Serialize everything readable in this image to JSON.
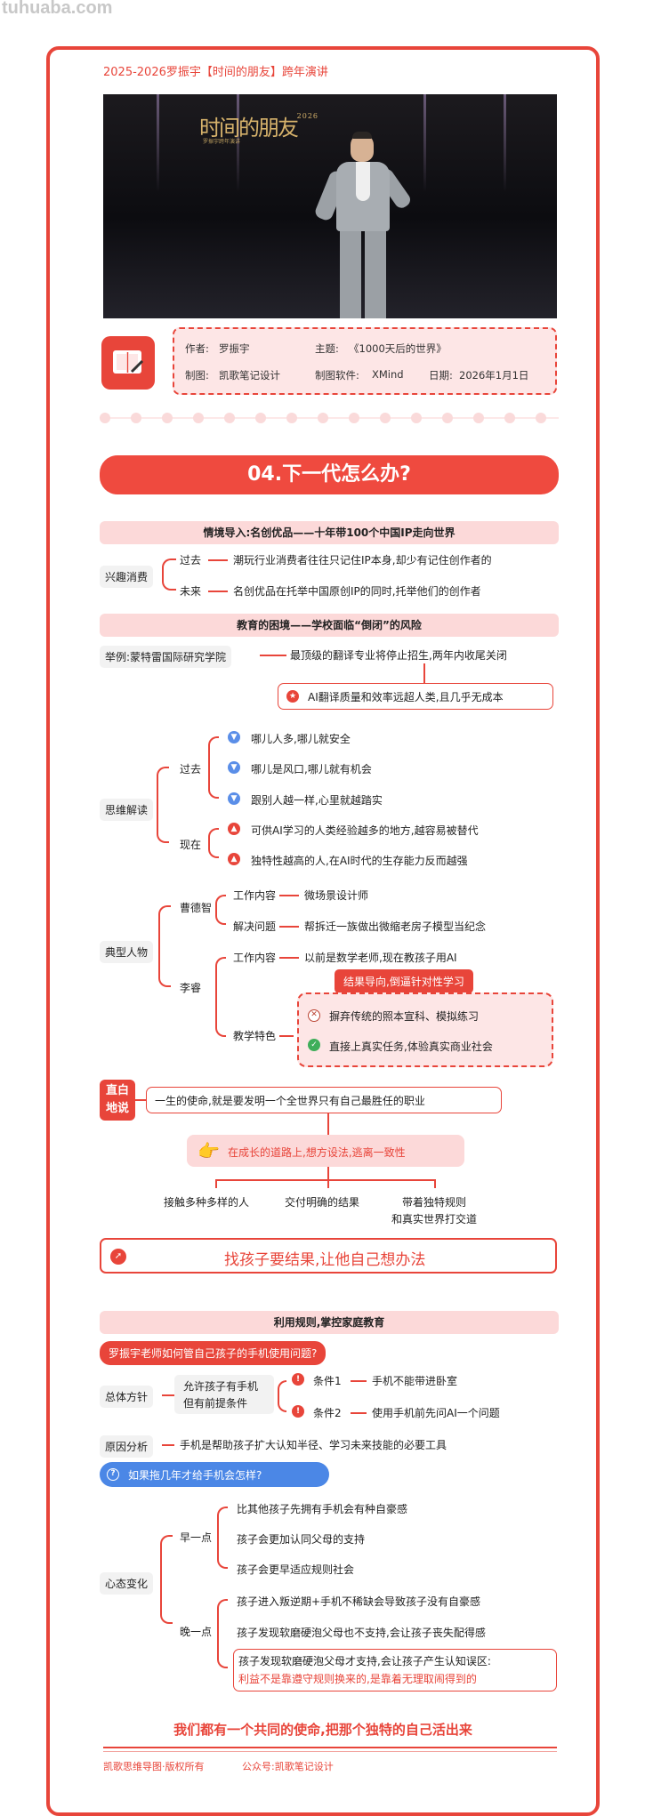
{
  "watermark": "tuhuaba.com",
  "header": "2025-2026罗振宇【时间的朋友】跨年演讲",
  "photo": {
    "logo": "时间的朋友",
    "logo_year": "2026",
    "logo_sub": "罗振宇跨年演讲"
  },
  "info": {
    "author_label": "作者:",
    "author": "罗振宇",
    "topic_label": "主题:",
    "topic": "《1000天后的世界》",
    "map_label": "制图:",
    "map": "凯歌笔记设计",
    "software_label": "制图软件:",
    "software": "XMind",
    "date_label": "日期:",
    "date": "2026年1月1日"
  },
  "section_title": "04.下一代怎么办?",
  "s1": {
    "band": "情境导入:名创优品——十年带100个中国IP走向世界",
    "root": "兴趣消费",
    "past": "过去",
    "past_text": "潮玩行业消费者往往只记住IP本身,却少有记住创作者的",
    "future": "未来",
    "future_text": "名创优品在托举中国原创IP的同时,托举他们的创作者"
  },
  "s2": {
    "band": "教育的困境——学校面临“倒闭”的风险",
    "example": "举例:蒙特雷国际研究学院",
    "example_text": "最顶级的翻译专业将停止招生,两年内收尾关闭",
    "ai_note": "AI翻译质量和效率远超人类,且几乎无成本"
  },
  "thinking": {
    "root": "思维解读",
    "past": "过去",
    "past_items": [
      "哪儿人多,哪儿就安全",
      "哪儿是风口,哪儿就有机会",
      "跟别人越一样,心里就越踏实"
    ],
    "now": "现在",
    "now_items": [
      "可供AI学习的人类经验越多的地方,越容易被替代",
      "独特性越高的人,在AI时代的生存能力反而越强"
    ]
  },
  "figures": {
    "root": "典型人物",
    "p1": "曹德智",
    "p1_work_label": "工作内容",
    "p1_work": "微场景设计师",
    "p1_solve_label": "解决问题",
    "p1_solve": "帮拆迁一族做出微缩老房子模型当纪念",
    "p2": "李睿",
    "p2_work_label": "工作内容",
    "p2_work": "以前是数学老师,现在教孩子用AI",
    "p2_teach_label": "教学特色",
    "p2_tag": "结果导向,倒逼针对性学习",
    "p2_bad": "摒弃传统的照本宣科、模拟练习",
    "p2_good": "直接上真实任务,体验真实商业社会"
  },
  "mission": {
    "label": "直白地说",
    "label_l1": "直白",
    "label_l2": "地说",
    "text": "一生的使命,就是要发明一个全世界只有自己最胜任的职业",
    "growth": "在成长的道路上,想方设法,逃离一致性",
    "b1": "接触多种多样的人",
    "b2": "交付明确的结果",
    "b3a": "带着独特规则",
    "b3b": "和真实世界打交道",
    "rocket": "找孩子要结果,让他自己想办法"
  },
  "s3": {
    "band": "利用规则,掌控家庭教育",
    "q1": "罗振宇老师如何管自己孩子的手机使用问题?",
    "policy": "总体方针",
    "allow_l1": "允许孩子有手机",
    "allow_l2": "但有前提条件",
    "c1": "条件1",
    "c1_text": "手机不能带进卧室",
    "c2": "条件2",
    "c2_text": "使用手机前先问AI一个问题",
    "reason": "原因分析",
    "reason_text": "手机是帮助孩子扩大认知半径、学习未来技能的必要工具",
    "q2": "如果拖几年才给手机会怎样?",
    "change": "心态变化",
    "early": "早一点",
    "early_items": [
      "比其他孩子先拥有手机会有种自豪感",
      "孩子会更加认同父母的支持",
      "孩子会更早适应规则社会"
    ],
    "late": "晚一点",
    "late_items": [
      "孩子进入叛逆期+手机不稀缺会导致孩子没有自豪感",
      "孩子发现软磨硬泡父母也不支持,会让孩子丧失配得感"
    ],
    "late3_l1": "孩子发现软磨硬泡父母才支持,会让孩子产生认知误区:",
    "late3_l2": "利益不是靠遵守规则换来的,是靠着无理取闹得到的"
  },
  "closing": "我们都有一个共同的使命,把那个独特的自己活出来",
  "footer": {
    "left": "凯歌思维导图·版权所有",
    "right": "公众号:凯歌笔记设计"
  },
  "colors": {
    "accent": "#e8453a",
    "band": "#fcd9d9",
    "icon_blue": "#5a8ee8",
    "icon_green": "#3fae5a"
  }
}
